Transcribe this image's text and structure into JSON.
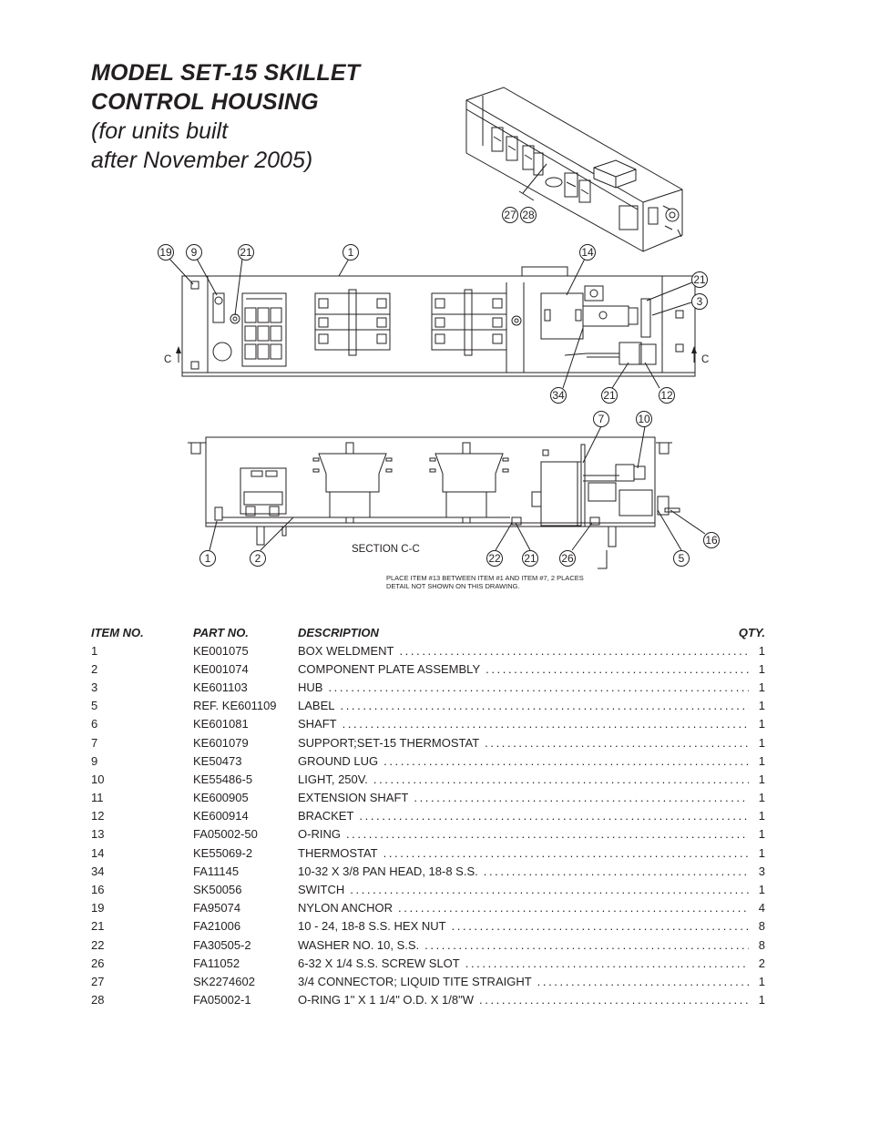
{
  "title": {
    "line1": "MODEL SET-15 SKILLET",
    "line2": "CONTROL HOUSING"
  },
  "subtitle": {
    "line1": "(for units built",
    "line2": "after November 2005)"
  },
  "drawing": {
    "iso_callouts": [
      "27",
      "28"
    ],
    "top_view_callouts": [
      "19",
      "9",
      "21",
      "1",
      "14",
      "21",
      "3",
      "34",
      "21",
      "12"
    ],
    "section_marker": "C",
    "section_callouts": [
      "7",
      "10",
      "16",
      "1",
      "2",
      "22",
      "21",
      "26",
      "5"
    ],
    "section_label": "SECTION  C-C",
    "note_line1": "PLACE ITEM #13 BETWEEN ITEM #1 AND ITEM #7, 2 PLACES",
    "note_line2": "DETAIL NOT SHOWN ON THIS DRAWING."
  },
  "parts_table": {
    "headers": {
      "item": "ITEM NO.",
      "part": "PART NO.",
      "desc": "DESCRIPTION",
      "qty": "QTY."
    },
    "rows": [
      {
        "item": "1",
        "part": "KE001075",
        "desc": "BOX WELDMENT",
        "qty": "1"
      },
      {
        "item": "2",
        "part": "KE001074",
        "desc": "COMPONENT PLATE ASSEMBLY",
        "qty": "1"
      },
      {
        "item": "3",
        "part": "KE601103",
        "desc": "HUB",
        "qty": "1"
      },
      {
        "item": "5",
        "part": "REF. KE601109",
        "desc": "LABEL",
        "qty": "1"
      },
      {
        "item": "6",
        "part": "KE601081",
        "desc": "SHAFT",
        "qty": "1"
      },
      {
        "item": "7",
        "part": "KE601079",
        "desc": "SUPPORT;SET-15 THERMOSTAT",
        "qty": "1"
      },
      {
        "item": "9",
        "part": "KE50473",
        "desc": "GROUND LUG",
        "qty": "1"
      },
      {
        "item": "10",
        "part": "KE55486-5",
        "desc": "LIGHT, 250V.",
        "qty": "1"
      },
      {
        "item": "11",
        "part": "KE600905",
        "desc": "EXTENSION SHAFT",
        "qty": "1"
      },
      {
        "item": "12",
        "part": "KE600914",
        "desc": "BRACKET",
        "qty": "1"
      },
      {
        "item": "13",
        "part": "FA05002-50",
        "desc": "O-RING",
        "qty": "1"
      },
      {
        "item": "14",
        "part": "KE55069-2",
        "desc": "THERMOSTAT",
        "qty": "1"
      },
      {
        "item": "34",
        "part": "FA11145",
        "desc": "10-32 X 3/8 PAN HEAD, 18-8 S.S.",
        "qty": "3"
      },
      {
        "item": "16",
        "part": "SK50056",
        "desc": "SWITCH",
        "qty": "1"
      },
      {
        "item": "19",
        "part": "FA95074",
        "desc": "NYLON ANCHOR",
        "qty": "4"
      },
      {
        "item": "21",
        "part": "FA21006",
        "desc": "10 - 24, 18-8 S.S. HEX NUT",
        "qty": "8"
      },
      {
        "item": "22",
        "part": "FA30505-2",
        "desc": "WASHER NO. 10, S.S.",
        "qty": "8"
      },
      {
        "item": "26",
        "part": "FA11052",
        "desc": "6-32 X 1/4 S.S. SCREW SLOT",
        "qty": "2"
      },
      {
        "item": "27",
        "part": "SK2274602",
        "desc": "3/4 CONNECTOR; LIQUID TITE STRAIGHT",
        "qty": "1"
      },
      {
        "item": "28",
        "part": "FA05002-1",
        "desc": "O-RING 1\" X 1 1/4\" O.D. X 1/8\"W",
        "qty": "1"
      }
    ]
  }
}
